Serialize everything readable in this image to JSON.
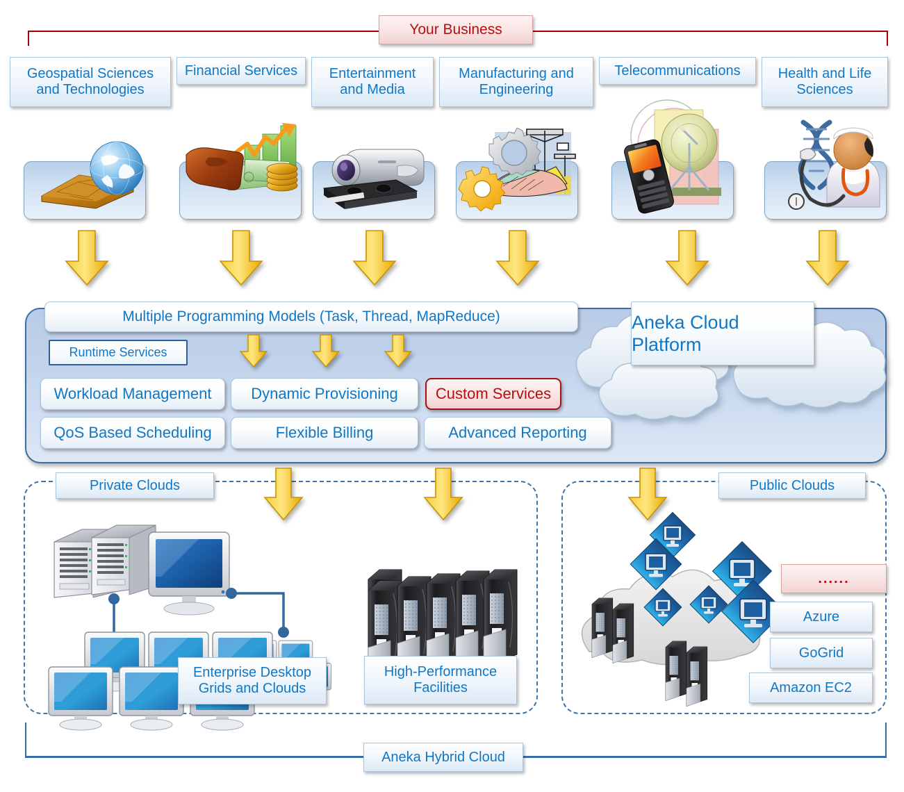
{
  "title_banner": {
    "label": "Your Business",
    "color": "#b50f12"
  },
  "industries": [
    {
      "label": "Geospatial Sciences and Technologies",
      "icon": "globe-map-icon"
    },
    {
      "label": "Financial Services",
      "icon": "money-chart-icon"
    },
    {
      "label": "Entertainment and Media",
      "icon": "camcorder-tape-icon"
    },
    {
      "label": "Manufacturing and Engineering",
      "icon": "gear-crane-icon"
    },
    {
      "label": "Telecommunications",
      "icon": "mobile-antenna-icon"
    },
    {
      "label": "Health and Life Sciences",
      "icon": "doctor-dna-icon"
    }
  ],
  "aneka": {
    "programming_models": "Multiple Programming Models (Task, Thread, MapReduce)",
    "runtime_services": "Runtime Services",
    "services": [
      {
        "label": "Workload Management",
        "style": "blue"
      },
      {
        "label": "Dynamic Provisioning",
        "style": "blue"
      },
      {
        "label": "Custom Services",
        "style": "red"
      },
      {
        "label": "QoS Based Scheduling",
        "style": "blue"
      },
      {
        "label": "Flexible Billing",
        "style": "blue"
      },
      {
        "label": "Advanced Reporting",
        "style": "blue"
      }
    ],
    "cloud_platform_label": "Aneka Cloud Platform"
  },
  "regions": {
    "private": {
      "label": "Private Clouds"
    },
    "public": {
      "label": "Public Clouds"
    }
  },
  "resources": [
    {
      "label": "Enterprise Desktop Grids and Clouds",
      "icon": "desktop-grid-icon"
    },
    {
      "label": "High-Performance Facilities",
      "icon": "server-rack-icon"
    }
  ],
  "public_providers": [
    {
      "label": "......",
      "style": "red"
    },
    {
      "label": "Azure",
      "style": "blue"
    },
    {
      "label": "GoGrid",
      "style": "blue"
    },
    {
      "label": "Amazon EC2",
      "style": "blue"
    }
  ],
  "footer": {
    "label": "Aneka Hybrid Cloud"
  },
  "colors": {
    "chip_text": "#1077c5",
    "accent_red": "#b50f12",
    "frame_blue": "#3b6ea5",
    "arrow_yellow": "#fbd433",
    "dashed_blue": "#3d72ab"
  }
}
